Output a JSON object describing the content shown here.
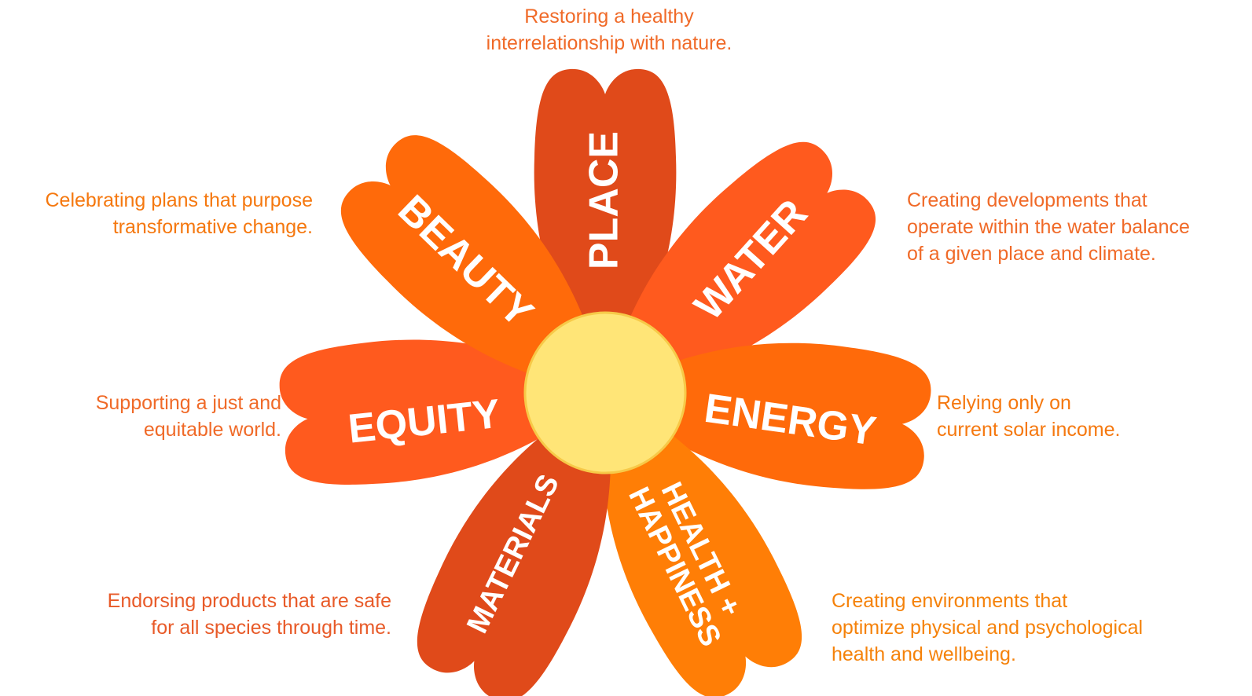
{
  "petals": [
    {
      "id": "place",
      "label": "PLACE",
      "color": "#E04A1A",
      "description": [
        "Restoring a healthy",
        "interrelationship with nature."
      ],
      "desc_color": "#F06A28"
    },
    {
      "id": "water",
      "label": "WATER",
      "color": "#FF5A1E",
      "description": [
        "Creating developments that",
        "operate within the water balance",
        "of a given place and climate."
      ],
      "desc_color": "#F06A28"
    },
    {
      "id": "energy",
      "label": "ENERGY",
      "color": "#FF6A0A",
      "description": [
        "Relying only on",
        "current solar income."
      ],
      "desc_color": "#F5780F"
    },
    {
      "id": "health",
      "label_lines": [
        "HEALTH +",
        "HAPPINESS"
      ],
      "color": "#FF7E06",
      "description": [
        "Creating environments that",
        "optimize physical and psychological",
        "health and wellbeing."
      ],
      "desc_color": "#F5820A"
    },
    {
      "id": "materials",
      "label": "MATERIALS",
      "color": "#E04A1A",
      "description": [
        "Endorsing products that are safe",
        "for all species through time."
      ],
      "desc_color": "#E85A28"
    },
    {
      "id": "equity",
      "label": "EQUITY",
      "color": "#FF5A1E",
      "description": [
        "Supporting a just and",
        "equitable world."
      ],
      "desc_color": "#F06A28"
    },
    {
      "id": "beauty",
      "label": "BEAUTY",
      "color": "#FF6A0A",
      "description": [
        "Celebrating plans that purpose",
        "transformative change."
      ],
      "desc_color": "#F5780F"
    }
  ],
  "center_color": "#FFE577",
  "center_stroke": "#F7C948"
}
